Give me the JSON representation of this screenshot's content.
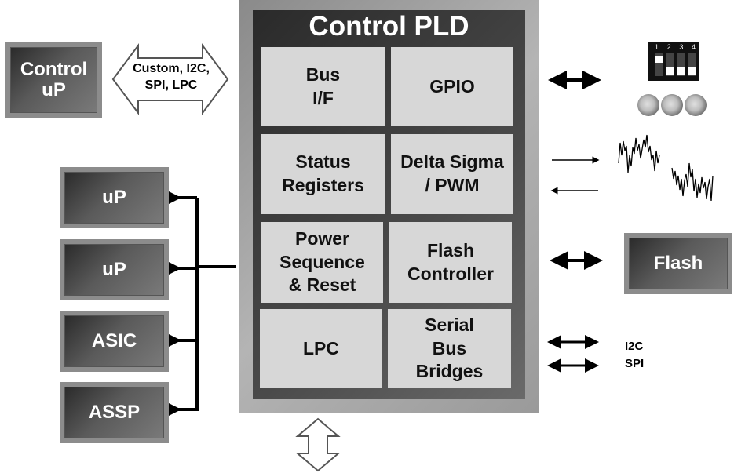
{
  "pld": {
    "title": "Control PLD",
    "blocks": [
      {
        "label": "Bus\nI/F"
      },
      {
        "label": "GPIO"
      },
      {
        "label": "Status\nRegisters"
      },
      {
        "label": "Delta Sigma\n/ PWM"
      },
      {
        "label": "Power\nSequence\n& Reset"
      },
      {
        "label": "Flash\nController"
      },
      {
        "label": "LPC"
      },
      {
        "label": "Serial\nBus\nBridges"
      }
    ]
  },
  "left": {
    "control_up": "Control\nuP",
    "bus_arrow_label": "Custom, I2C,\nSPI, LPC",
    "devices": [
      "uP",
      "uP",
      "ASIC",
      "ASSP"
    ]
  },
  "right": {
    "dip_switch_numbers": [
      "1",
      "2",
      "3",
      "4"
    ],
    "flash": "Flash",
    "serial_labels": [
      "I2C",
      "SPI"
    ]
  }
}
